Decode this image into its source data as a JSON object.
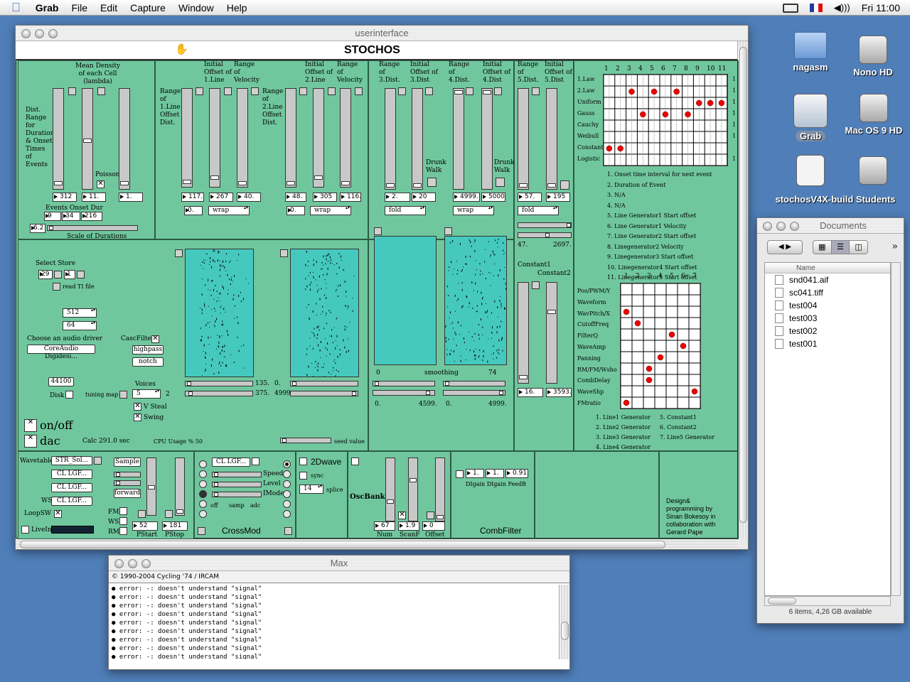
{
  "menubar": {
    "apple": "",
    "app": "Grab",
    "items": [
      "File",
      "Edit",
      "Capture",
      "Window",
      "Help"
    ],
    "clock": "Fri 11:00"
  },
  "desktop": {
    "icons": [
      "nagasm",
      "Nono HD",
      "Grab",
      "Mac OS 9 HD",
      "stochosV4X-build Students"
    ]
  },
  "main_window": {
    "title": "userinterface",
    "header": "STOCHOS"
  },
  "p1": {
    "title": "Mean Density\nof each Cell\n(lambda)",
    "side": "Dist.\nRange\nfor\nDuration\n& Onset\nTimes\nof\nEvents",
    "poisson": "Poisson",
    "n1": "312",
    "n2": "11.",
    "n3": "1.",
    "events": "Events Onset Dur",
    "e1": "9",
    "e2": "34",
    "e3": "216",
    "scale_val": "6.2",
    "scale": "Scale of Durations"
  },
  "p2": {
    "range1": "Range\nof\n1.Line\nOffset\nDist.",
    "init1": "Initial\nOffset of\n1.Line",
    "vel1": "Range\nof\nVelocity",
    "range2": "Range\nof\n2.Line\nOffset\nDist.",
    "init2": "Initial\nOffset of\n2.Line",
    "vel2": "Range\nof\nVelocity",
    "n1": "117.",
    "n2": "267",
    "n3": "40.",
    "n4": "48.",
    "n5": "305",
    "n6": "116.",
    "z1": "0.",
    "m1": "wrap",
    "z2": "0.",
    "m2": "wrap"
  },
  "p3": {
    "r3": "Range\nof\n3.Dist.",
    "i3": "Initial\nOffset of\n3.Dist",
    "r4": "Range\nof\n4.Dist.",
    "i4": "Initial\nOffset of\n4.Dist",
    "drunk1": "Drunk\nWalk",
    "drunk2": "Drunk\nWalk",
    "n1": "2.",
    "n2": "20",
    "n3": "4999.",
    "n4": "5000",
    "m1": "fold",
    "m2": "wrap"
  },
  "p4": {
    "r5": "Range\nof\n5.Dist.",
    "i5": "Initial\nOffset of\n5.Dist",
    "n1": "57.",
    "n2": "195",
    "m1": "fold",
    "v1": "47.",
    "v2": "2697.",
    "c1": "Constant1",
    "c2": "Constant2",
    "n3": "16.",
    "n4": "3593."
  },
  "matrix1": {
    "cols": [
      "1",
      "2",
      "3",
      "4",
      "5",
      "6",
      "7",
      "8",
      "9",
      "10",
      "11"
    ],
    "rows": [
      "1.Law",
      "2.Law",
      "Uniform",
      "Gauss",
      "Cauchy",
      "Weibull",
      "Constant",
      "Logistic"
    ],
    "right": [
      "1",
      "1",
      "1",
      "1",
      "1",
      "1",
      "",
      "1"
    ],
    "legend": [
      "1. Onset time interval for next event",
      "2. Duration of Event",
      "3. N/A",
      "4. N/A",
      "5. Line Generator1 Start offset",
      "6. Line Generator1 Velocity",
      "7. Line Generator2 Start offset",
      "8. Linegenerator2 Velocity",
      "9. Linegenerator3 Start offset",
      "10. Linegenerator4 Start offset",
      "11. Linegenerator5 Start offset"
    ]
  },
  "matrix2": {
    "cols": [
      "1",
      "2",
      "3",
      "4",
      "5",
      "6",
      "7"
    ],
    "rows": [
      "Pos/PWM/Y",
      "Waveform",
      "WavPitch/X",
      "CutoffFreq",
      "FilterQ",
      "WaveAmp",
      "Panning",
      "RM/FM/Wsho",
      "CombDelay",
      "WaveShp",
      "FMratio"
    ],
    "legend": [
      "1. Line1 Generator",
      "2. Line2 Generator",
      "3. Line3 Generator",
      "4. Line4 Generator",
      "5. Constant1",
      "6. Constant2",
      "7. Line5 Generator"
    ]
  },
  "store": {
    "select": "Select  Store",
    "v1": "29",
    "v2": "1",
    "readti": "read TI file",
    "m512": "512",
    "m64": "64",
    "choose": "Choose an audio driver",
    "driver": "CoreAudio Digidesi...",
    "casc": "CascFilter",
    "hp": "highpass",
    "notch": "notch",
    "sr": "44100",
    "disk": "Disk",
    "tuning": "tuning map",
    "voices": "Voices",
    "voices_val": "5",
    "voices_n": "2",
    "vsteal": "V Steal",
    "swing": "Swing",
    "onoff": "on/off",
    "dac": "dac",
    "calc": "Calc   291.0  sec",
    "cpu": "CPU Usage % 50",
    "seed": "seed value",
    "s1a": "135.",
    "s1b": "0.",
    "s2a": "375.",
    "s2b": "4999."
  },
  "scopes": {
    "l1": "0",
    "l2": "smoothing",
    "l3": "74",
    "a1": "0.",
    "a2": "4599.",
    "b1": "0.",
    "b2": "4999."
  },
  "bottom": {
    "wavetables": "Wavetables",
    "str": "STR_Sol...",
    "cl1": "CL LGF...",
    "cl2": "CL LGF...",
    "cl3": "CL LGF...",
    "ws": "WS",
    "loopsw": "LoopSW",
    "liveIn": "LiveIn",
    "sample": "Sample",
    "forward": "forward",
    "fm": "FM",
    "ws2": "WS",
    "rm": "RM",
    "pstart_v": "52",
    "pstop_v": "181",
    "pstart": "PStart",
    "pstop": "PStop",
    "cross_cl": "CL LGF...",
    "speed": "Speed",
    "level": "Level",
    "imode": "IMode",
    "off": "off",
    "samp": "samp",
    "adc": "adc",
    "crossmod": "CrossMod",
    "dwave": "2Dwave",
    "sync": "sync",
    "splice_v": "14",
    "splice": "splice",
    "oscbank": "OscBank",
    "num_v": "67",
    "scanf_v": "1.9",
    "offset_v": "0",
    "num": "Num",
    "scanf": "ScanF",
    "offset": "Offset",
    "comb1": "1.",
    "comb2": "1.",
    "comb3": "0.91",
    "comb_labels": "DIgain  DIgain  FeedB",
    "combfilter": "CombFilter",
    "credit": "Design&\nprogramming by\nSinan Bokesoy in\ncollaboration with\nGerard Pape"
  },
  "max_window": {
    "title": "Max",
    "header": "© 1990-2004 Cycling '74 / IRCAM",
    "log": [
      "error: -: doesn't understand \"signal\"",
      "error: -: doesn't understand \"signal\"",
      "error: -: doesn't understand \"signal\"",
      "error: -: doesn't understand \"signal\"",
      "error: -: doesn't understand \"signal\"",
      "error: -: doesn't understand \"signal\"",
      "error: -: doesn't understand \"signal\"",
      "error: -: doesn't understand \"signal\"",
      "error: -: doesn't understand \"signal\""
    ]
  },
  "finder": {
    "title": "Documents",
    "col": "Name",
    "files": [
      "snd041.aif",
      "sc041.tiff",
      "test004",
      "test003",
      "test002",
      "test001"
    ],
    "status": "6 items, 4,26 GB available"
  }
}
